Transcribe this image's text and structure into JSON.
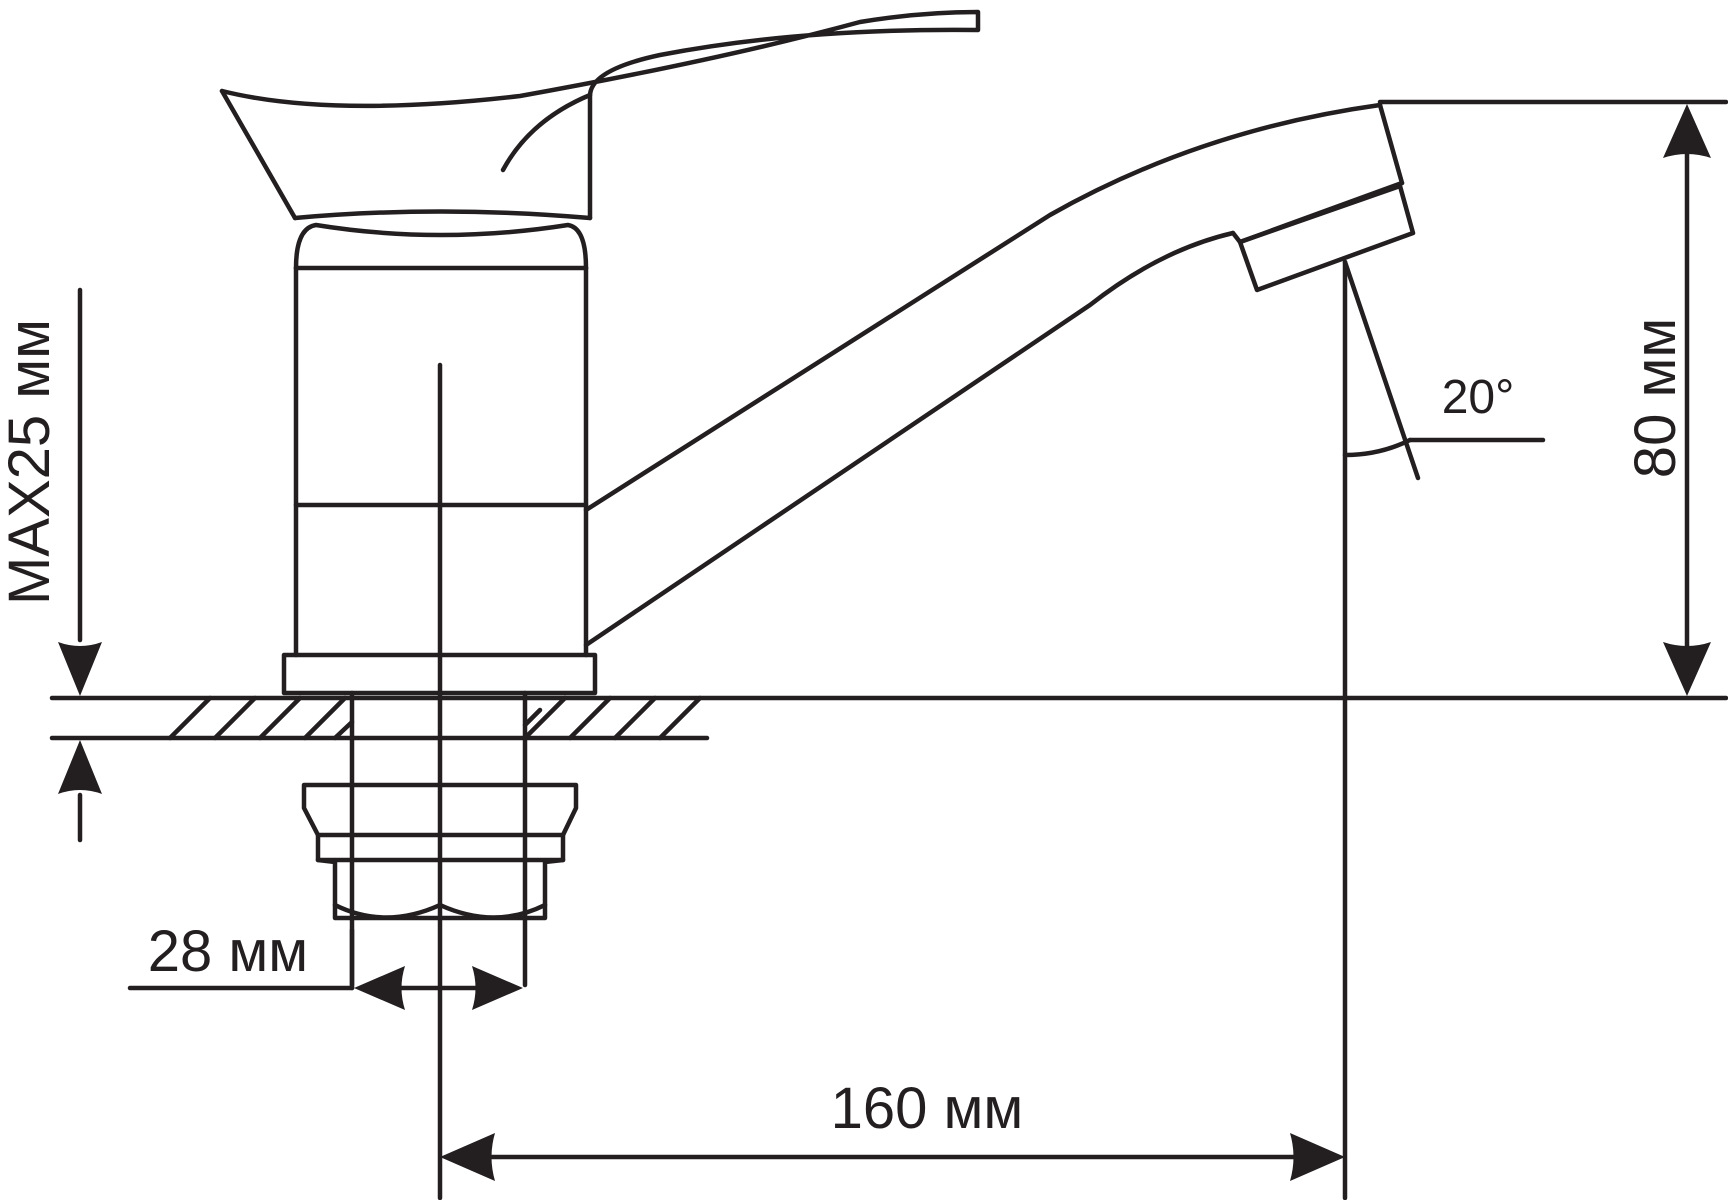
{
  "dimensions": {
    "spout_reach": "160 мм",
    "spout_height": "80 мм",
    "max_countertop": "MAX25 мм",
    "thread_diameter": "28 мм",
    "spout_angle": "20°"
  },
  "colors": {
    "line": "#231f20",
    "background": "#ffffff"
  }
}
